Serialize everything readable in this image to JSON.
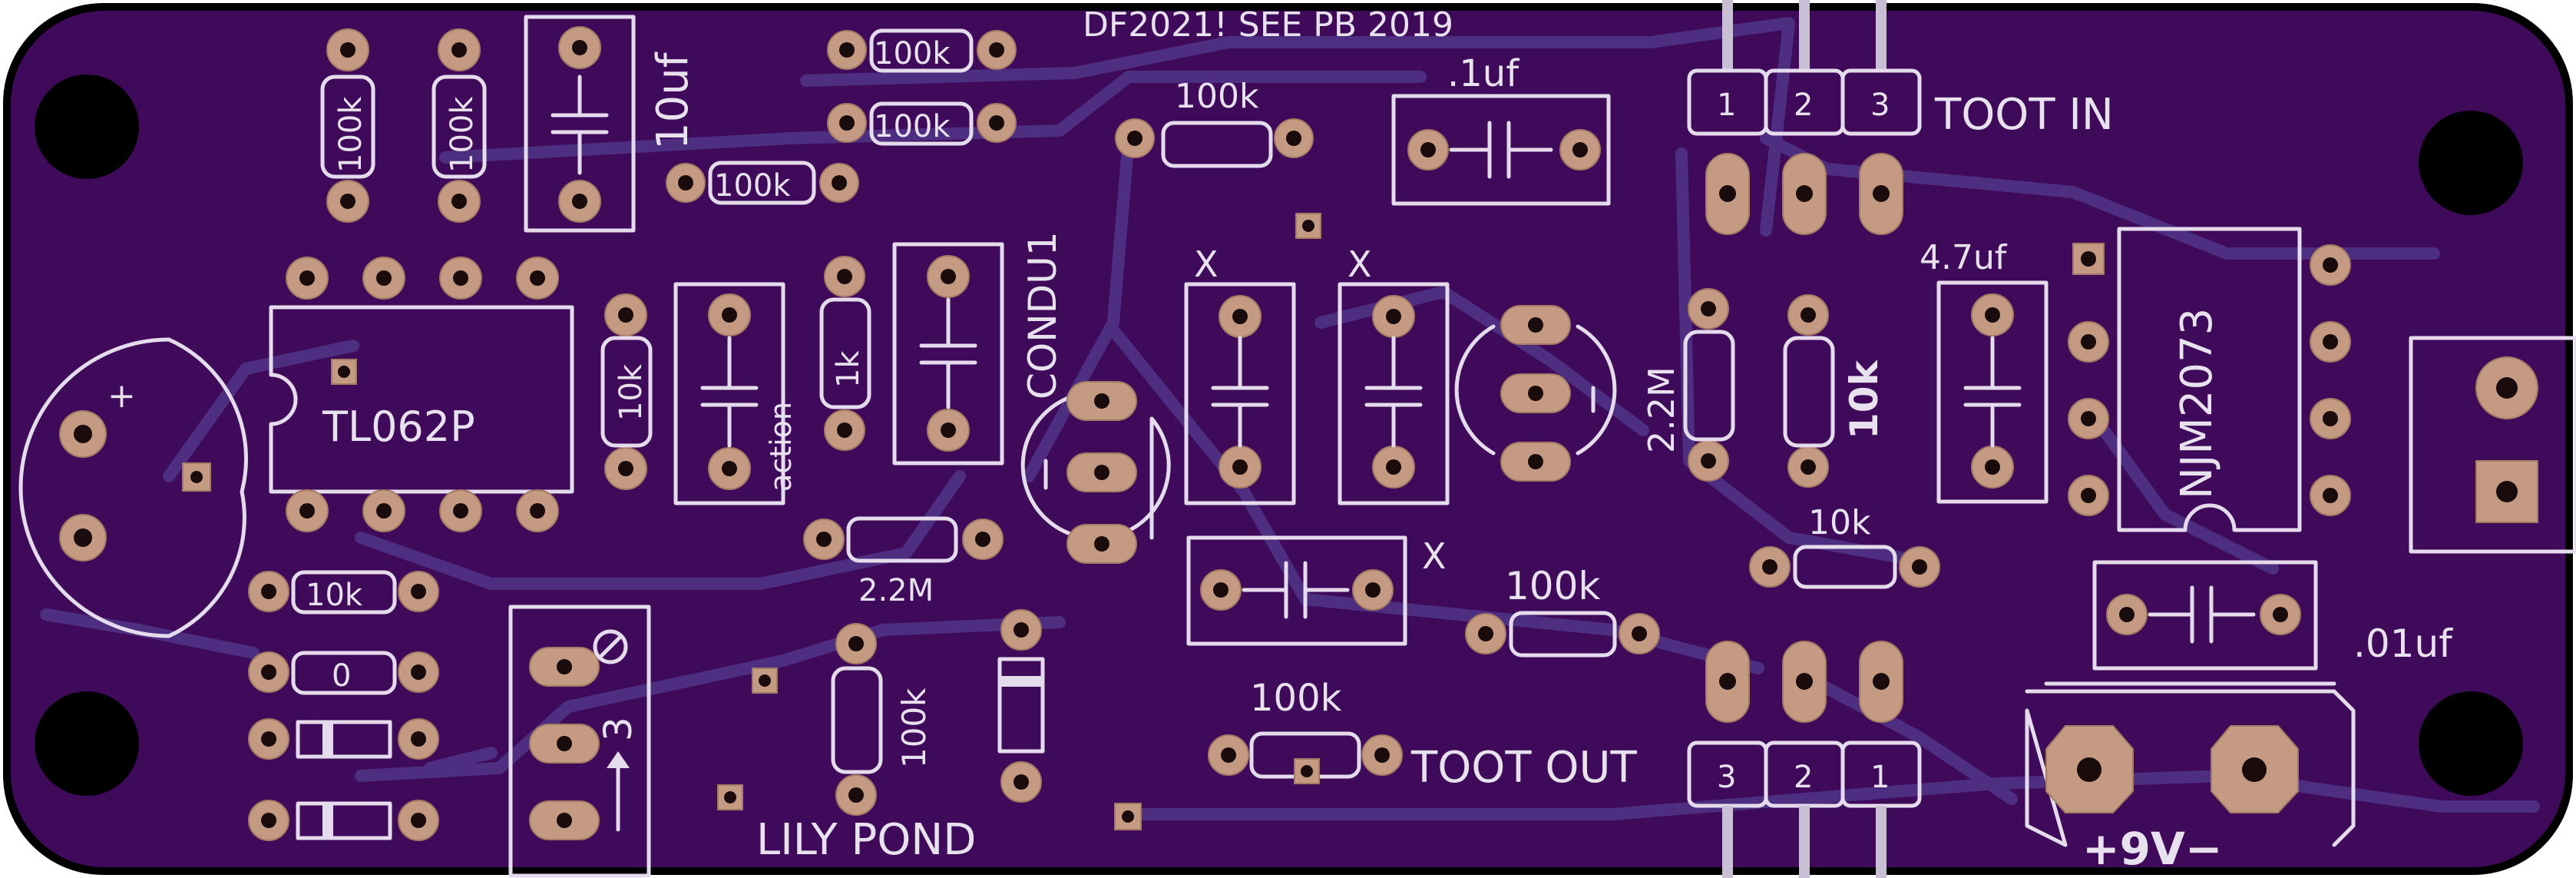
{
  "board": {
    "title": "DF2021! SEE PB 2019",
    "name": "LILY POND",
    "colors": {
      "outline": "#000000",
      "board": "#3f0a5a",
      "silkscreen": "#e4dcec",
      "pad": "#c49a82",
      "trace": "#4d2e80"
    }
  },
  "labels": {
    "toot_in": "TOOT IN",
    "toot_out": "TOOT OUT",
    "power": "+9V−",
    "plus": "+"
  },
  "header_in": {
    "pins": [
      "1",
      "2",
      "3"
    ]
  },
  "header_out": {
    "pins": [
      "3",
      "2",
      "1"
    ]
  },
  "ics": {
    "left": "TL062P",
    "right": "NJM2073"
  },
  "resistors": {
    "r_top_left_1": "100k",
    "r_top_left_2": "100k",
    "r_top_mid_1": "100k",
    "r_top_mid_2": "100k",
    "r_top_mid_3": "100k",
    "r_top_mid_4": "100k",
    "r_left_10k": "10k",
    "r_1k": "1k",
    "r_bottom_left_10k": "10k",
    "r_bottom_left_0": "0",
    "r_mid_2_2m": "2.2M",
    "r_bottom_100k": "100k",
    "r_bottom_100k_2": "100k",
    "r_center_100k": "100k",
    "r_right_2_2m": "2.2M",
    "r_right_10k": "10k",
    "r_right_10k_2": "10k"
  },
  "capacitors": {
    "c_10uf": "10uf",
    "c_point1uf": ".1uf",
    "c_action": "action",
    "c_condu1": "CONDU1",
    "c_x1": "X",
    "c_x2": "X",
    "c_x3": "X",
    "c_4_7uf": "4.7uf",
    "c_point01uf": ".01uf"
  },
  "trimmer": {
    "label": "3"
  }
}
